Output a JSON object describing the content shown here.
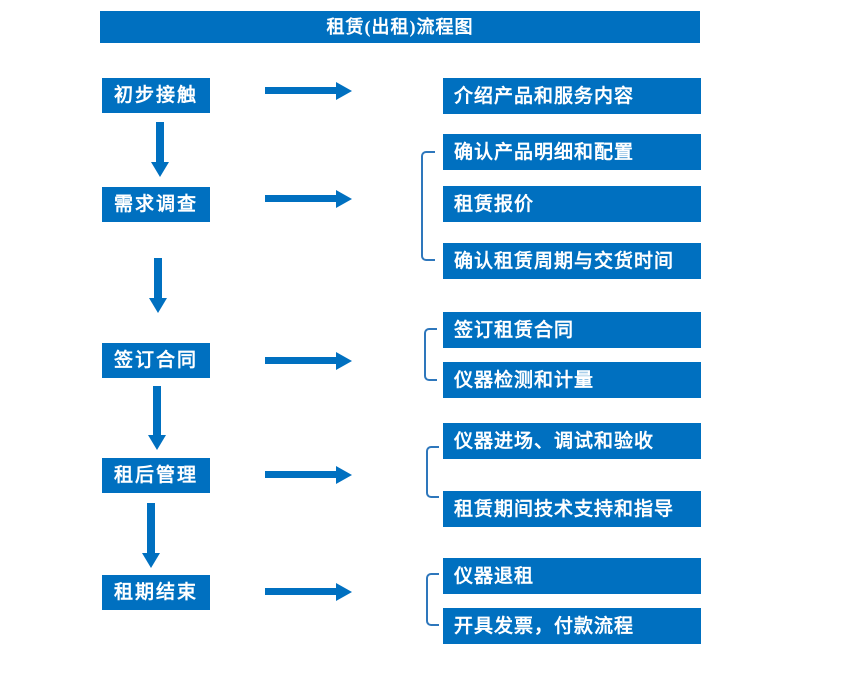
{
  "title": "租赁(出租)流程图",
  "colors": {
    "primary": "#0070C0",
    "bracket": "#2E77BC",
    "box-text": "#FFFFFF",
    "background": "#FFFFFF"
  },
  "flow": [
    {
      "step": "初步接触",
      "outputs": [
        "介绍产品和服务内容"
      ]
    },
    {
      "step": "需求调查",
      "outputs": [
        "确认产品明细和配置",
        "租赁报价",
        "确认租赁周期与交货时间"
      ]
    },
    {
      "step": "签订合同",
      "outputs": [
        "签订租赁合同",
        "仪器检测和计量"
      ]
    },
    {
      "step": "租后管理",
      "outputs": [
        "仪器进场、调试和验收",
        "租赁期间技术支持和指导"
      ]
    },
    {
      "step": "租期结束",
      "outputs": [
        "仪器退租",
        "开具发票，付款流程"
      ]
    }
  ]
}
